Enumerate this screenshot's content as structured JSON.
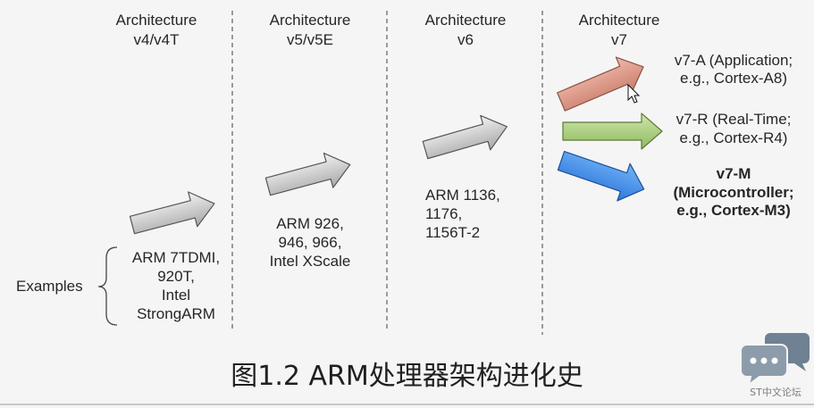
{
  "columns": [
    {
      "title": "Architecture",
      "version": "v4/v4T",
      "examples": [
        "ARM 7TDMI,",
        "920T,",
        "Intel",
        "StrongARM"
      ]
    },
    {
      "title": "Architecture",
      "version": "v5/v5E",
      "examples": [
        "ARM 926,",
        "946, 966,",
        "Intel XScale"
      ]
    },
    {
      "title": "Architecture",
      "version": "v6",
      "examples": [
        "ARM 1136,",
        "1176,",
        "1156T-2"
      ]
    },
    {
      "title": "Architecture",
      "version": "v7"
    }
  ],
  "v7_profiles": [
    {
      "lines": [
        "v7-A (Application;",
        "e.g., Cortex-A8)"
      ]
    },
    {
      "lines": [
        "v7-R (Real-Time;",
        "e.g., Cortex-R4)"
      ]
    },
    {
      "lines": [
        "v7-M",
        "(Microcontroller;",
        "e.g., Cortex-M3)"
      ]
    }
  ],
  "examples_label": "Examples",
  "caption": "图1.2 ARM处理器架构进化史",
  "logo_text": "ST中文论坛",
  "colors": {
    "gray_arrow": "#a7a7a7",
    "v7a_arrow": "#c97b69",
    "v7r_arrow": "#8fba5f",
    "v7m_arrow": "#2f78dc",
    "logo_back": "#6f8192",
    "logo_front": "#8d9cab"
  },
  "icons": {
    "cursor": "mouse-cursor-icon",
    "logo": "speech-bubbles-icon"
  }
}
